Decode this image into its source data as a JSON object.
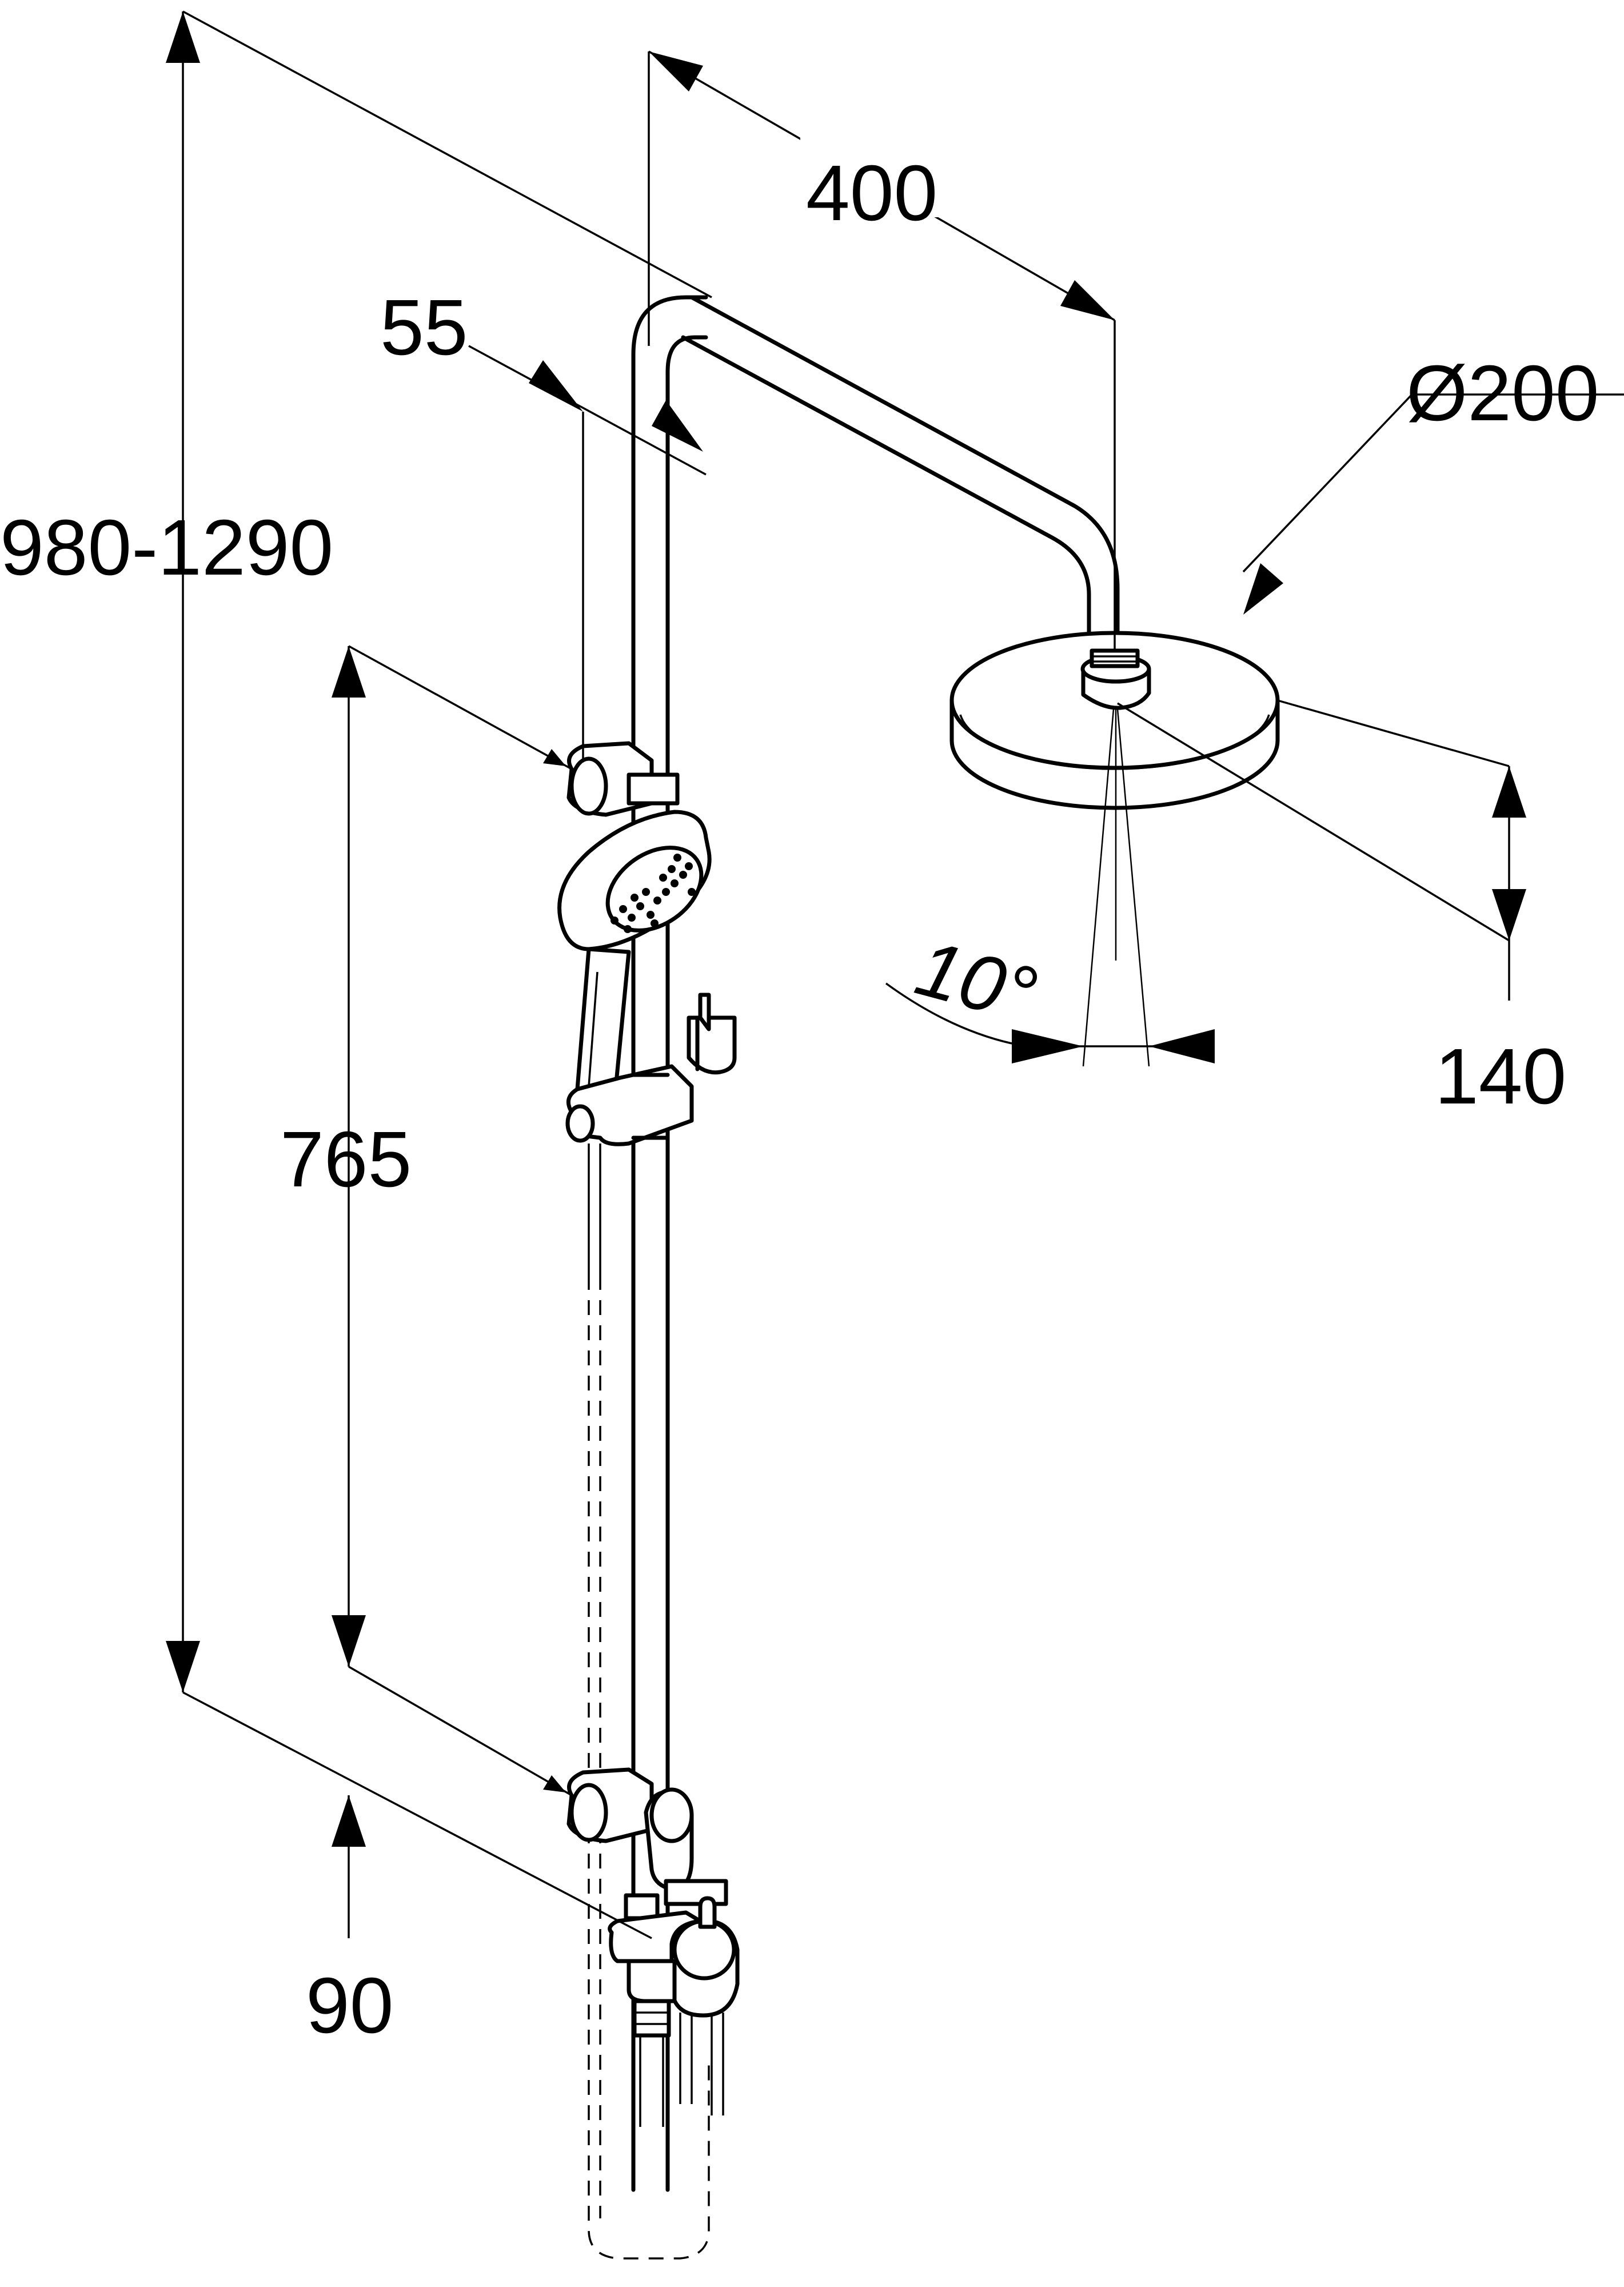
{
  "drawing": {
    "dimensions": {
      "overall_height": "980-1290",
      "arm_projection": "400",
      "rail_offset": "55",
      "head_diameter": "Ø200",
      "head_drop": "140",
      "spray_angle": "10°",
      "bracket_spacing": "765",
      "lower_offset": "90"
    }
  }
}
